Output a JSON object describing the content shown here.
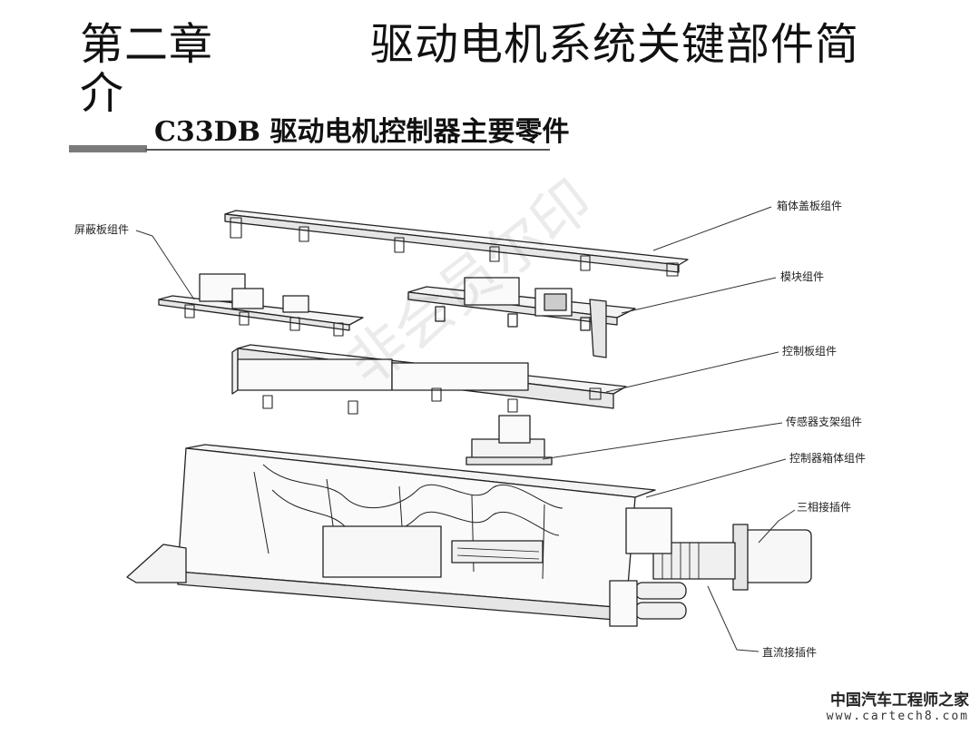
{
  "title": {
    "chapter": "第二章",
    "name_line1": "驱动电机系统关键部件简",
    "name_line2": "介"
  },
  "subtitle": "C33DB 驱动电机控制器主要零件",
  "callouts": [
    {
      "id": "shield-board",
      "label": "屏蔽板组件"
    },
    {
      "id": "cover-plate",
      "label": "箱体盖板组件"
    },
    {
      "id": "module",
      "label": "模块组件"
    },
    {
      "id": "control-board",
      "label": "控制板组件"
    },
    {
      "id": "sensor-bracket",
      "label": "传感器支架组件"
    },
    {
      "id": "housing",
      "label": "控制器箱体组件"
    },
    {
      "id": "three-phase",
      "label": "三相接插件"
    },
    {
      "id": "dc-connector",
      "label": "直流接插件"
    }
  ],
  "watermark": "非会员尔印",
  "brand": {
    "name": "中国汽车工程师之家",
    "url": "www.cartech8.com"
  }
}
